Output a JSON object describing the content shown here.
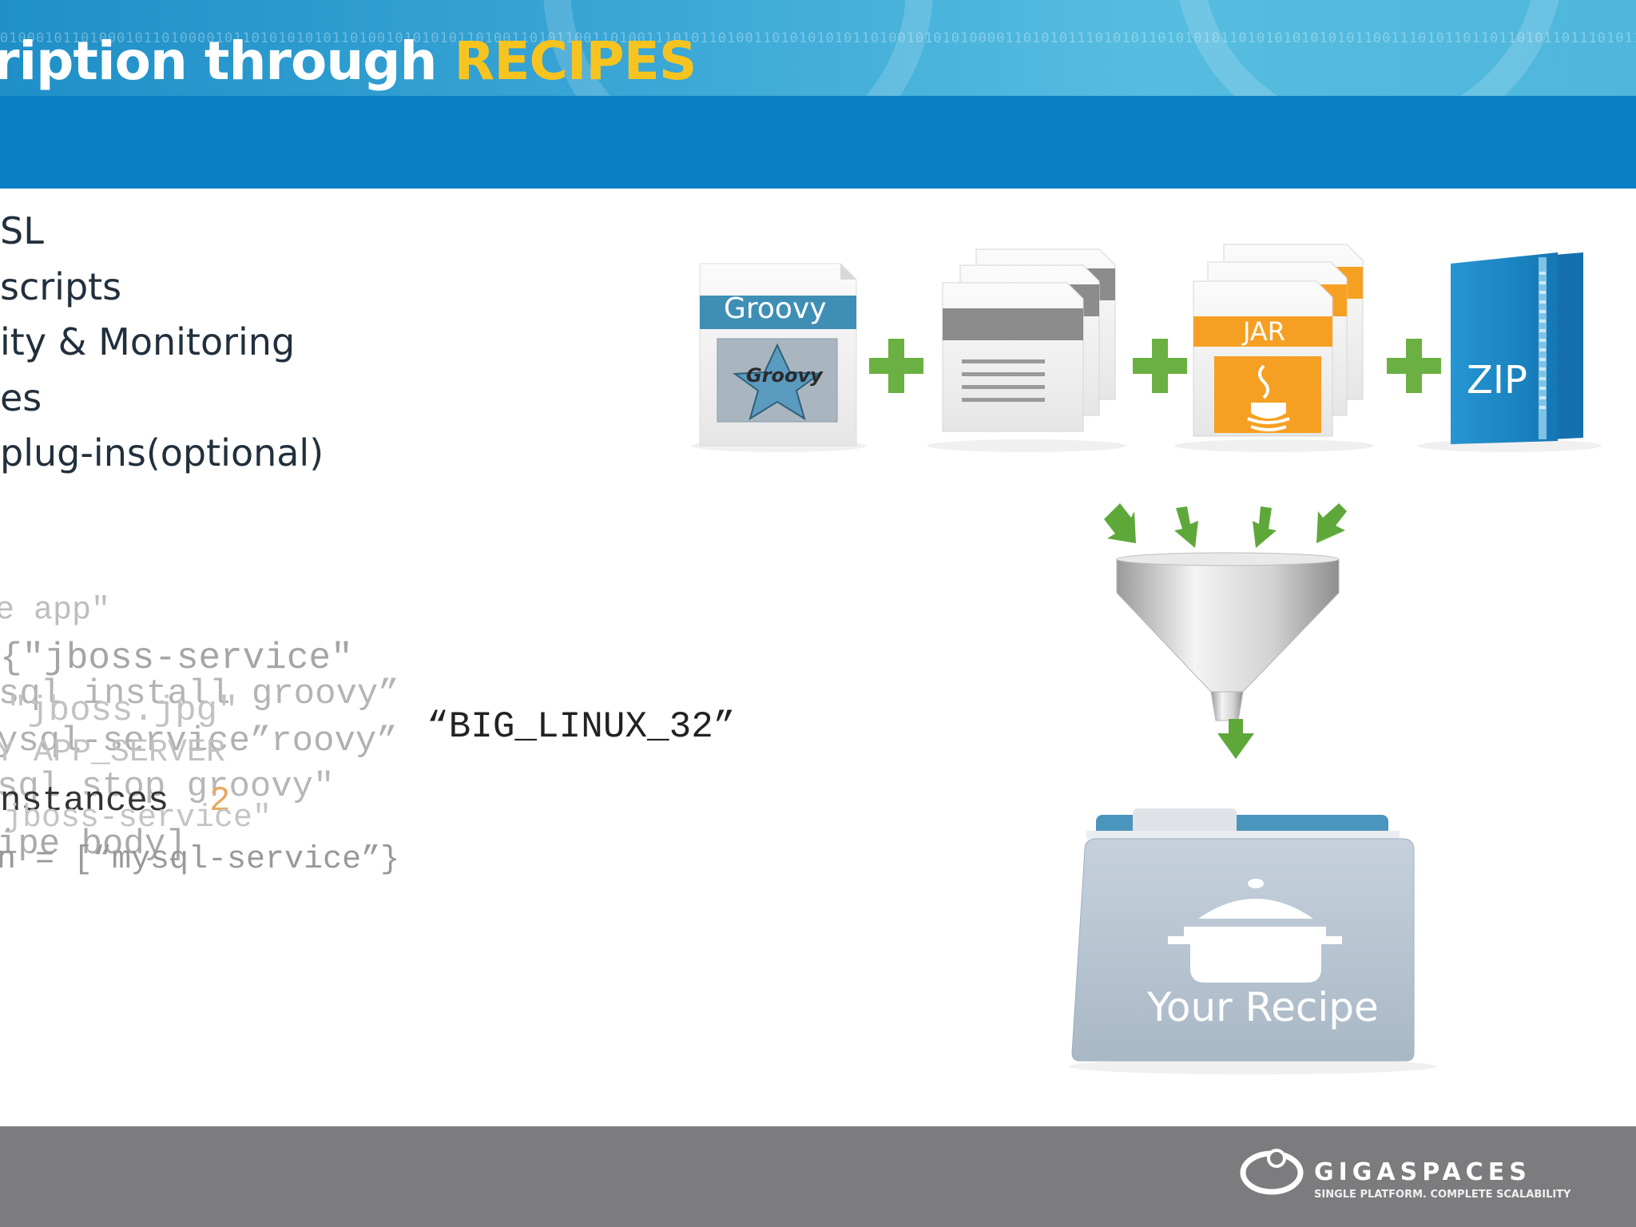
{
  "header": {
    "title_prefix": "ription through ",
    "title_highlight": "RECIPES",
    "binary": "0100010110100010110100001011010101010110100101010101101001101011001101001110101101001101010101011010010101010000110101011101010110101010110101010101010110011101011011011010110111010110101010101010101011001010110101010110101010110"
  },
  "bullets": [
    "SL",
    " scripts",
    "ity & Monitoring",
    "es",
    "plug-ins(optional)"
  ],
  "code": {
    "app": "e app\"",
    "jboss_service": "{\"jboss-service\"",
    "install": "sql install groovy”",
    "jboss_jpg": "\"jboss.jpg\"",
    "mysql_service": "ysql-service”roovy”",
    "api_server": "Y APP_SERVER",
    "big_linux": "“BIG_LINUX_32”",
    "stop": "sql stop groovy\"",
    "instances": "nstances",
    "instances_num": "2",
    "jboss_service2": "jboss-service\"",
    "recipe_body": "ipe body]",
    "depends": "n = [“mysql-service”}"
  },
  "diagram": {
    "groovy_label": "Groovy",
    "groovy_logo": "Groovy",
    "jar_label": "JAR",
    "zip_label": "ZIP",
    "recipe_label": "Your Recipe",
    "icons": [
      "groovy-file-icon",
      "plus-icon",
      "document-stack-icon",
      "jar-file-icon",
      "zip-folder-icon",
      "funnel-icon",
      "arrow-down-icon",
      "recipe-folder-icon",
      "cooking-pot-icon"
    ],
    "colors": {
      "plus": "#6ab043",
      "jar": "#f6a023",
      "zip": "#1f8fcc",
      "groovy_band": "#3f8fb5",
      "recipe_folder": "#b9c6d3"
    }
  },
  "footer": {
    "logo_word": "GIGASPACES",
    "logo_tagline": "SINGLE PLATFORM. COMPLETE SCALABILITY"
  }
}
